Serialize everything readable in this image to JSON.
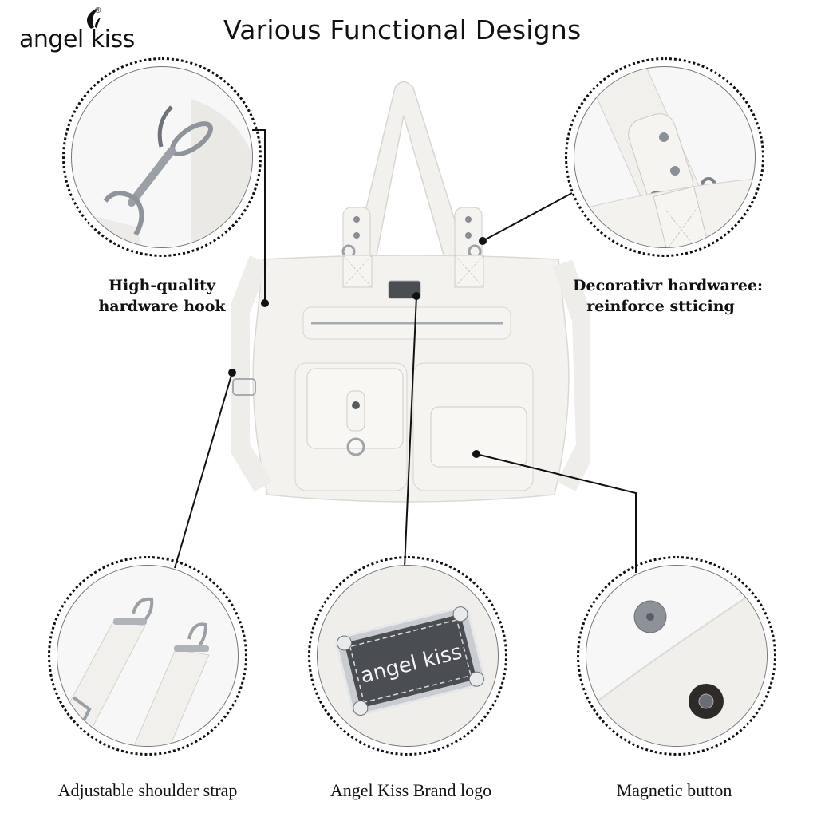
{
  "brand": {
    "logo_text": "angel kiss",
    "registered_mark": "®"
  },
  "header": {
    "title": "Various Functional Designs"
  },
  "features": [
    {
      "id": "hardware-hook",
      "caption_line1": "High-quality",
      "caption_line2": "hardware hook",
      "detail": "silver lobster-claw hook on strap ring"
    },
    {
      "id": "decorative-hardware",
      "caption_line1": "Decorativr hardwaree:",
      "caption_line2": "reinforce stticing",
      "detail": "riveted handle tab with cross stitching"
    },
    {
      "id": "shoulder-strap",
      "caption": "Adjustable shoulder strap",
      "detail": "detachable strap with swivel clips"
    },
    {
      "id": "brand-logo",
      "caption": "Angel Kiss Brand logo",
      "detail": "metal plate logo badge",
      "plate_text": "angel kiss"
    },
    {
      "id": "magnetic-button",
      "caption": "Magnetic button",
      "detail": "magnetic snap closure"
    }
  ],
  "colors": {
    "background": "#ffffff",
    "text": "#111111",
    "leather": "#f2f1ee",
    "stitch": "#c9c6c0",
    "metal": "#b8bcc2",
    "plate": "#4a4d52",
    "connector": "#111111"
  }
}
